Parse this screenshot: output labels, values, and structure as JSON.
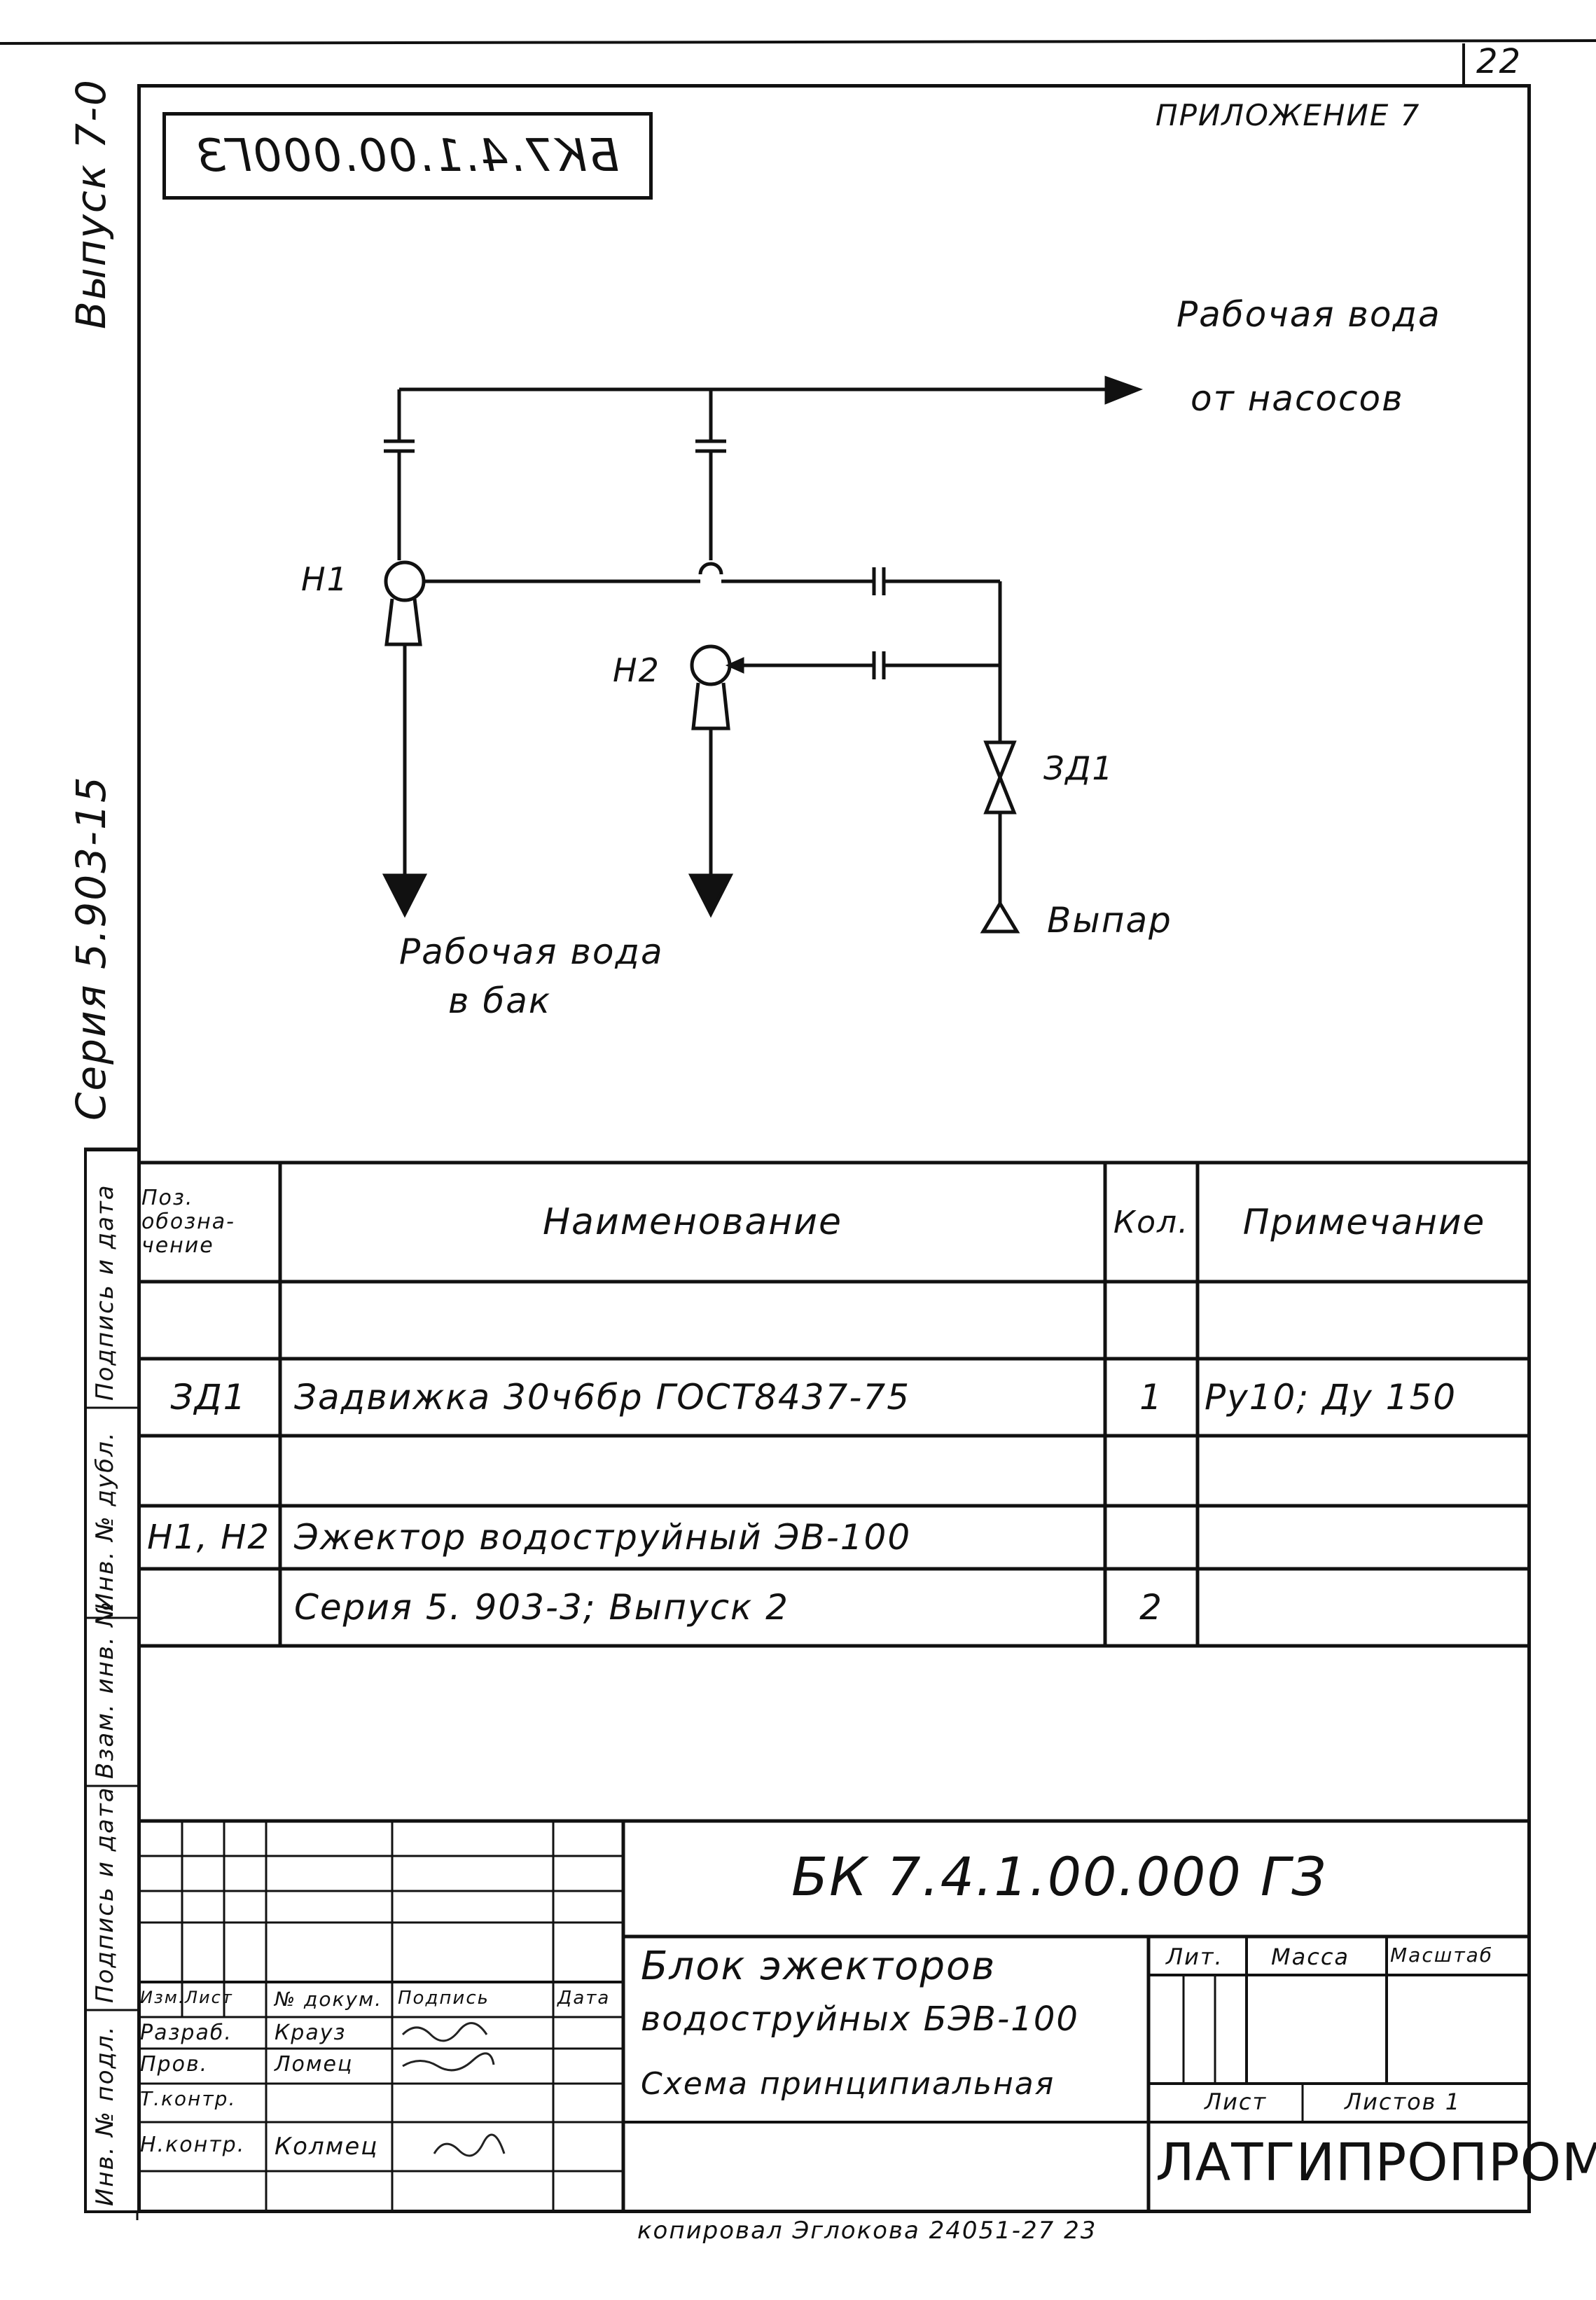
{
  "page_number": "22",
  "appendix_label": "ПРИЛОЖЕНИЕ 7",
  "mirrored_code": "БК7.4.1.00.000ГЗ",
  "side_labels": {
    "issue": "Выпуск 7-0",
    "series": "Серия 5.903-15"
  },
  "side_stamp_fields": [
    "Инв. № подл.",
    "Подпись и дата",
    "Взам. инв. №",
    "Инв. № дубл.",
    "Подпись и дата"
  ],
  "diagram": {
    "label_inlet_line1": "Рабочая вода",
    "label_inlet_line2": "от насосов",
    "label_h1": "Н1",
    "label_h2": "Н2",
    "label_valve": "ЗД1",
    "label_vent": "Выпар",
    "label_tank_line1": "Рабочая вода",
    "label_tank_line2": "в бак"
  },
  "spec_table": {
    "headers": {
      "pos": "Поз. обозна- чение",
      "name": "Наименование",
      "qty": "Кол.",
      "note": "Примечание"
    },
    "rows": [
      {
        "pos": "",
        "name": "",
        "qty": "",
        "note": ""
      },
      {
        "pos": "ЗД1",
        "name": "Задвижка 30ч6бр   ГОСТ8437-75",
        "qty": "1",
        "note": "Ру10;  Ду 150"
      },
      {
        "pos": "",
        "name": "",
        "qty": "",
        "note": ""
      },
      {
        "pos": "Н1, Н2",
        "name": "Эжектор  водоструйный ЭВ-100",
        "qty": "",
        "note": ""
      },
      {
        "pos": "",
        "name": "Серия  5. 903-3;    Выпуск 2",
        "qty": "2",
        "note": ""
      }
    ]
  },
  "title_block": {
    "doc_code": "БК 7.4.1.00.000 ГЗ",
    "title_line1": "Блок эжекторов",
    "title_line2": "водоструйных БЭВ-100",
    "title_line3": "Схема принципиальная",
    "col_headers": [
      "Изм.",
      "Лист",
      "№ докум.",
      "Подпись",
      "Дата"
    ],
    "roles": [
      {
        "role": "Разраб.",
        "name": "Крауз"
      },
      {
        "role": "Пров.",
        "name": "Ломец"
      },
      {
        "role": "Т.контр.",
        "name": ""
      },
      {
        "role": "",
        "name": ""
      },
      {
        "role": "Н.контр.",
        "name": "Колмец"
      }
    ],
    "lit_label": "Лит.",
    "mass_label": "Масса",
    "scale_label": "Масштаб",
    "sheet_label": "Лист",
    "sheets_label": "Листов 1",
    "organization": "ЛАТГИПРОПРОМ"
  },
  "footer": "копировал  Эглокова  24051-27    23"
}
